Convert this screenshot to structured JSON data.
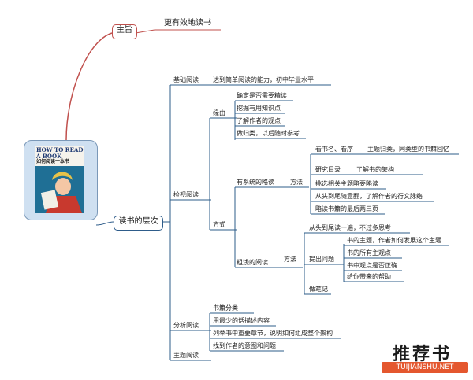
{
  "root": {
    "image": "book-cover-how-to-read-a-book",
    "cover_title": "HOW TO READ A BOOK",
    "cover_subtitle": "如何阅读一本书"
  },
  "zhuzhi": {
    "label": "主旨",
    "desc": "更有效地读书"
  },
  "levels": {
    "label": "读书的层次"
  },
  "jichu": {
    "label": "基础阅读",
    "desc": "达到简单阅读的能力，初中毕业水平"
  },
  "jianshi": {
    "label": "检视阅读",
    "reason": {
      "label": "缘由",
      "items": [
        "确定是否需要精读",
        "挖掘有用知识点",
        "了解作者的观点",
        "做归类，以后随时参考"
      ]
    },
    "method": {
      "label": "方式",
      "system": {
        "label": "有系统的略读",
        "fangfa": "方法",
        "kan": {
          "label": "看书名、看序",
          "detail": "主题归类，同类型的书籍回忆"
        },
        "mulu": {
          "label": "研究目录",
          "detail": "了解书的架构"
        },
        "items": [
          "挑选相关主题略要略读",
          "从头到尾随意翻，了解作者的行文脉络",
          "略读书籍的最后两三页"
        ]
      },
      "shallow": {
        "label": "粗浅的阅读",
        "fangfa": "方法",
        "first": "从头到尾读一遍，不过多思考",
        "question": {
          "label": "提出问题",
          "items": [
            "书的主题，作者如何发展这个主题",
            "书的所有主观点",
            "书中观点是否正确",
            "给你带来的帮助"
          ]
        },
        "notes": "做笔记"
      }
    }
  },
  "fenxi": {
    "label": "分析阅读",
    "items": [
      "书籍分类",
      "用最少的话描述内容",
      "列举书中重要章节，说明如何组成整个架构",
      "找到作者的意图和问题"
    ]
  },
  "zhuti": {
    "label": "主题阅读"
  },
  "watermark": {
    "big": "推荐书",
    "url": "TUIJIANSHU.NET"
  },
  "colors": {
    "branch_red": "#c0504d",
    "branch_blue": "#2e5c8a",
    "root_fill": "#cfe0f1"
  }
}
